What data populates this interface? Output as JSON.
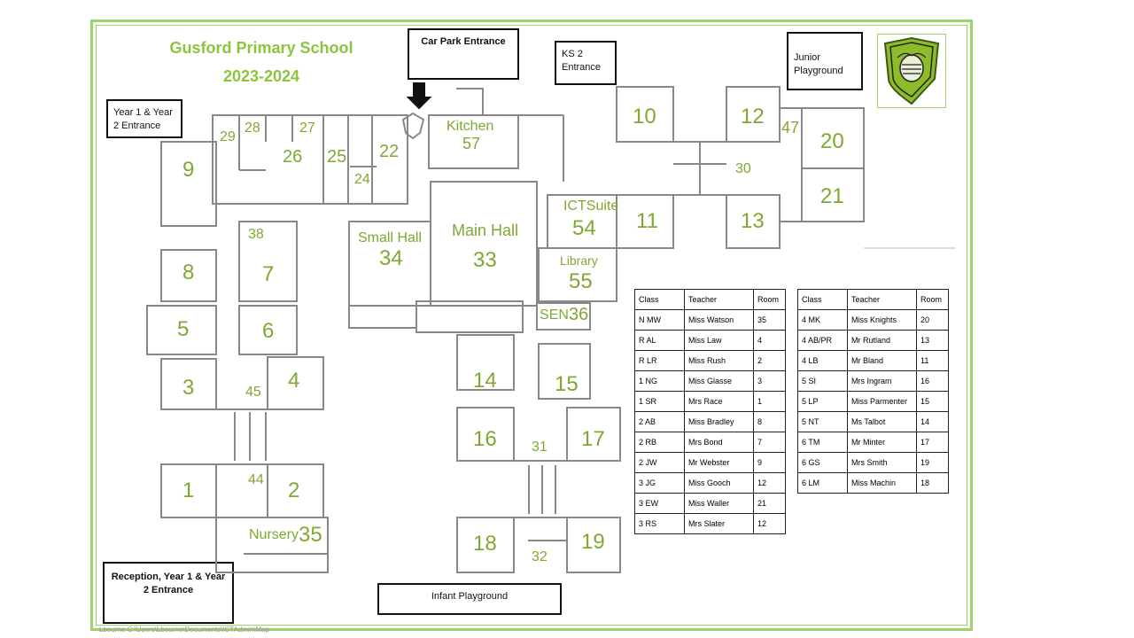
{
  "school": {
    "name": "Gusford Primary School",
    "year": "2023-2024"
  },
  "entrances": {
    "car_park": "Car Park Entrance",
    "ks2": "KS 2 Entrance",
    "junior_playground": "Junior Playground",
    "year12": "Year 1 & Year 2 Entrance",
    "reception": "Reception, Year 1 & Year 2 Entrance",
    "infant_playground": "Infant Playground"
  },
  "rooms": {
    "kitchen": "Kitchen",
    "small_hall": "Small Hall",
    "main_hall": "Main Hall",
    "ict": "ICTSuite",
    "library": "Library",
    "sen": "SEN",
    "nursery": "Nursery",
    "n1": "1",
    "n2": "2",
    "n3": "3",
    "n4": "4",
    "n5": "5",
    "n6": "6",
    "n7": "7",
    "n8": "8",
    "n9": "9",
    "n10": "10",
    "n11": "11",
    "n12": "12",
    "n13": "13",
    "n14": "14",
    "n15": "15",
    "n16": "16",
    "n17": "17",
    "n18": "18",
    "n19": "19",
    "n20": "20",
    "n21": "21",
    "n22": "22",
    "n24": "24",
    "n25": "25",
    "n26": "26",
    "n27": "27",
    "n28": "28",
    "n29": "29",
    "n30": "30",
    "n31": "31",
    "n32": "32",
    "n33": "33",
    "n34": "34",
    "n35": "35",
    "n36": "36",
    "n38": "38",
    "n44": "44",
    "n45": "45",
    "n47": "47",
    "n54": "54",
    "n55": "55",
    "n57": "57"
  },
  "table_headers": {
    "class": "Class",
    "teacher": "Teacher",
    "room": "Room"
  },
  "classes_left": [
    {
      "class": "N MW",
      "teacher": "Miss Watson",
      "room": "35"
    },
    {
      "class": "R AL",
      "teacher": "Miss Law",
      "room": "4"
    },
    {
      "class": "R LR",
      "teacher": "Miss Rush",
      "room": "2"
    },
    {
      "class": "1 NG",
      "teacher": "Miss Glasse",
      "room": "3"
    },
    {
      "class": "1 SR",
      "teacher": "Mrs Race",
      "room": "1"
    },
    {
      "class": "2 AB",
      "teacher": "Miss Bradley",
      "room": "8"
    },
    {
      "class": "2 RB",
      "teacher": "Mrs Bond",
      "room": "7"
    },
    {
      "class": "2 JW",
      "teacher": "Mr Webster",
      "room": "9"
    },
    {
      "class": "3 JG",
      "teacher": "Miss Gooch",
      "room": "12"
    },
    {
      "class": "3 EW",
      "teacher": "Miss Waller",
      "room": "21"
    },
    {
      "class": "3 RS",
      "teacher": "Mrs Slater",
      "room": "12"
    }
  ],
  "classes_right": [
    {
      "class": "4 MK",
      "teacher": "Miss Knights",
      "room": "20"
    },
    {
      "class": "4 AB/PR",
      "teacher": "Mr Rutland",
      "room": "13"
    },
    {
      "class": "4 LB",
      "teacher": "Mr Bland",
      "room": "11"
    },
    {
      "class": "5 SI",
      "teacher": "Mrs Ingram",
      "room": "16"
    },
    {
      "class": "5 LP",
      "teacher": "Miss Parmenter",
      "room": "15"
    },
    {
      "class": "5 NT",
      "teacher": "Ms Talbot",
      "room": "14"
    },
    {
      "class": "6 TM",
      "teacher": "Mr Minter",
      "room": "17"
    },
    {
      "class": "6 GS",
      "teacher": "Mrs Smith",
      "room": "19"
    },
    {
      "class": "6 LM",
      "teacher": "Miss Machin",
      "room": "18"
    }
  ],
  "footer_path": "Lbourne    C:\\Users\\Lbourne\\Documents\\ICTAdmin\\Map",
  "colors": {
    "accent": "#8cc43c",
    "room_text": "#7fa832",
    "crest": "#8dbb2b"
  }
}
